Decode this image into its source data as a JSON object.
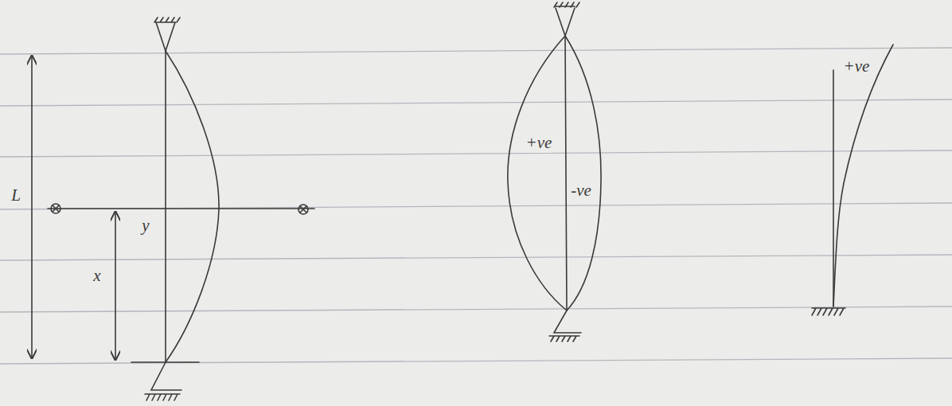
{
  "diagram": {
    "labels": [
      "L",
      "y",
      "x",
      "+ve",
      "-ve",
      "+ve"
    ]
  }
}
